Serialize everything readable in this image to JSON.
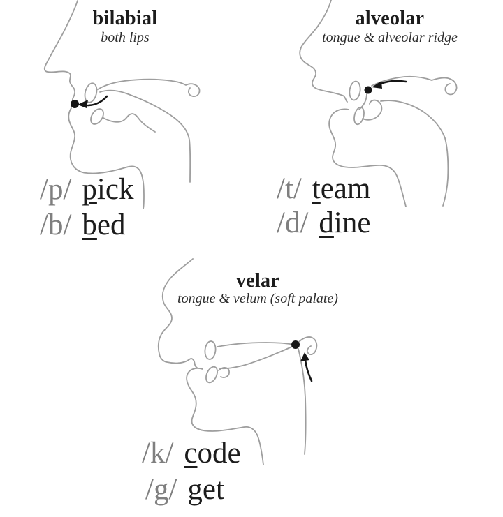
{
  "colors": {
    "line_gray": "#9e9e9e",
    "ink_black": "#1c1c1c",
    "phoneme_gray": "#7f7f7f"
  },
  "figures": [
    {
      "id": "bilabial",
      "title": "bilabial",
      "subtitle": "both lips",
      "entries": [
        {
          "phoneme": "/p/",
          "word_head": "p",
          "word_tail": "ick"
        },
        {
          "phoneme": "/b/",
          "word_head": "b",
          "word_tail": "ed"
        }
      ]
    },
    {
      "id": "alveolar",
      "title": "alveolar",
      "subtitle": "tongue & alveolar ridge",
      "entries": [
        {
          "phoneme": "/t/",
          "word_head": "t",
          "word_tail": "eam"
        },
        {
          "phoneme": "/d/",
          "word_head": "d",
          "word_tail": "ine"
        }
      ]
    },
    {
      "id": "velar",
      "title": "velar",
      "subtitle": "tongue & velum (soft palate)",
      "entries": [
        {
          "phoneme": "/k/",
          "word_head": "c",
          "word_tail": "ode"
        },
        {
          "phoneme": "/g/",
          "word_head": "g",
          "word_tail": "et"
        }
      ]
    }
  ]
}
